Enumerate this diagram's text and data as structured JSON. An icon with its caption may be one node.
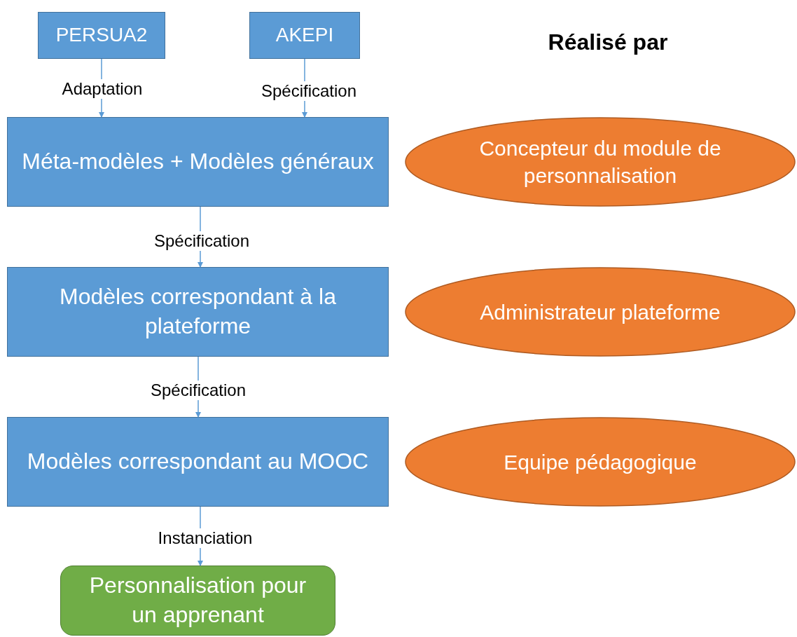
{
  "diagram": {
    "title": "Réalisé par",
    "nodes": [
      {
        "text": [
          "PERSUA2"
        ]
      },
      {
        "text": [
          "AKEPI"
        ]
      },
      {
        "text": [
          "Méta-modèles + Modèles généraux"
        ]
      },
      {
        "text": [
          "Modèles correspondant à la plateforme"
        ]
      },
      {
        "text": [
          "Modèles correspondant au MOOC"
        ]
      },
      {
        "text": [
          "Personnalisation pour un apprenant"
        ]
      },
      {
        "text": [
          "Concepteur du module de personnalisation"
        ]
      },
      {
        "text": [
          "Administrateur plateforme"
        ]
      },
      {
        "text": [
          "Equipe pédagogique"
        ]
      }
    ],
    "edges": [
      {
        "from": 0,
        "to": 2,
        "arrow": "to",
        "label": "Adaptation"
      },
      {
        "from": 1,
        "to": 2,
        "arrow": "to",
        "label": "Spécification"
      },
      {
        "from": 2,
        "to": 3,
        "arrow": "to",
        "label": "Spécification"
      },
      {
        "from": 3,
        "to": 4,
        "arrow": "to",
        "label": "Spécification"
      },
      {
        "from": 4,
        "to": 5,
        "arrow": "to",
        "label": "Instanciation"
      }
    ]
  }
}
